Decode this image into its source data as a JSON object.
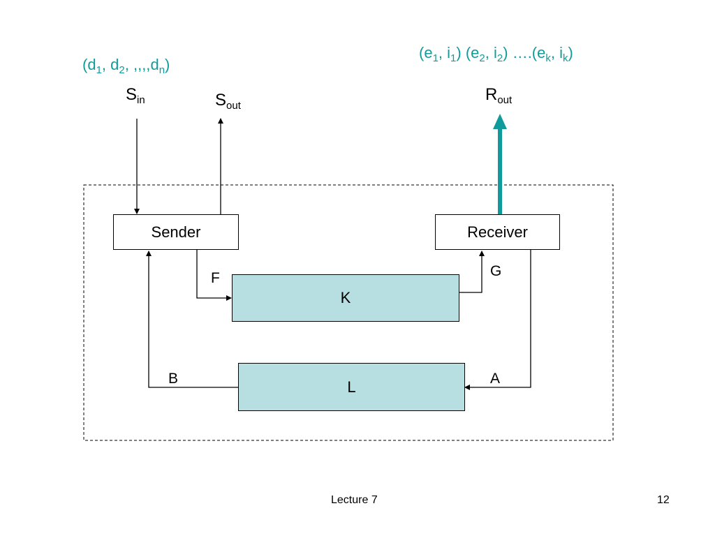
{
  "colors": {
    "teal_text": "#139a9b",
    "teal_arrow": "#0f9b9b",
    "channel_fill": "#b7dfe1",
    "line": "#000000"
  },
  "input_sequence": {
    "open": "(",
    "d1": "d",
    "d1_sub": "1",
    "sep1": ", ",
    "d2": "d",
    "d2_sub": "2",
    "sep2": ", ,,,,",
    "dn": "d",
    "dn_sub": "n",
    "close": ")"
  },
  "output_sequence": {
    "open1": "(",
    "e1": "e",
    "e1_sub": "1",
    "comma1": ", ",
    "i1": "i",
    "i1_sub": "1",
    "close1": ") ",
    "open2": "(",
    "e2": "e",
    "e2_sub": "2",
    "comma2": ", ",
    "i2": "i",
    "i2_sub": "2",
    "close2": ") ",
    "dots": "….(",
    "ek": "e",
    "ek_sub": "k",
    "comma3": ", ",
    "ik": "i",
    "ik_sub": "k",
    "close3": ")"
  },
  "ports": {
    "s_in": {
      "main": "S",
      "sub": "in"
    },
    "s_out": {
      "main": "S",
      "sub": "out"
    },
    "r_out": {
      "main": "R",
      "sub": "out"
    }
  },
  "boxes": {
    "sender": "Sender",
    "receiver": "Receiver",
    "k": "K",
    "l": "L"
  },
  "wire_labels": {
    "f": "F",
    "g": "G",
    "b": "B",
    "a": "A"
  },
  "footer": {
    "center": "Lecture 7",
    "page": "12"
  }
}
